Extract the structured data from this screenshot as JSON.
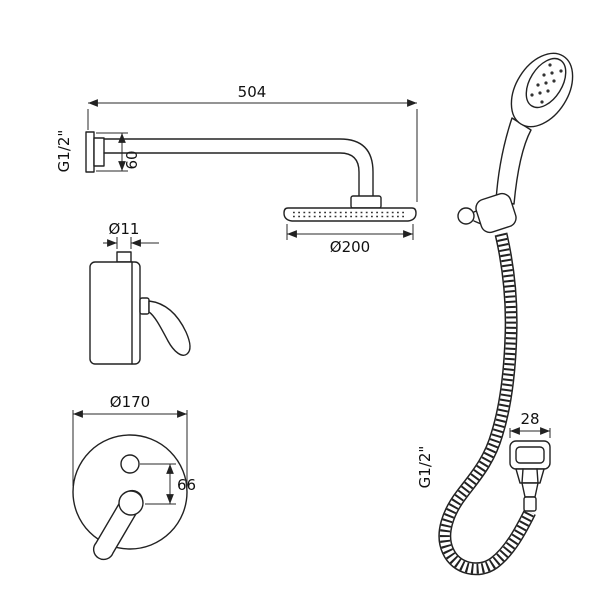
{
  "page": {
    "background": "#ffffff",
    "line_color": "#222222",
    "text_color": "#111111",
    "kind": "shower-set-technical-drawing"
  },
  "labels": {
    "arm_length": "504",
    "arm_thread": "G1/2\"",
    "flange_size": "60",
    "head_diameter": "Ø200",
    "knob_diameter": "Ø11",
    "plate_diameter": "Ø170",
    "handle_spacing": "66",
    "outlet_width": "28",
    "outlet_thread": "G1/2\""
  }
}
